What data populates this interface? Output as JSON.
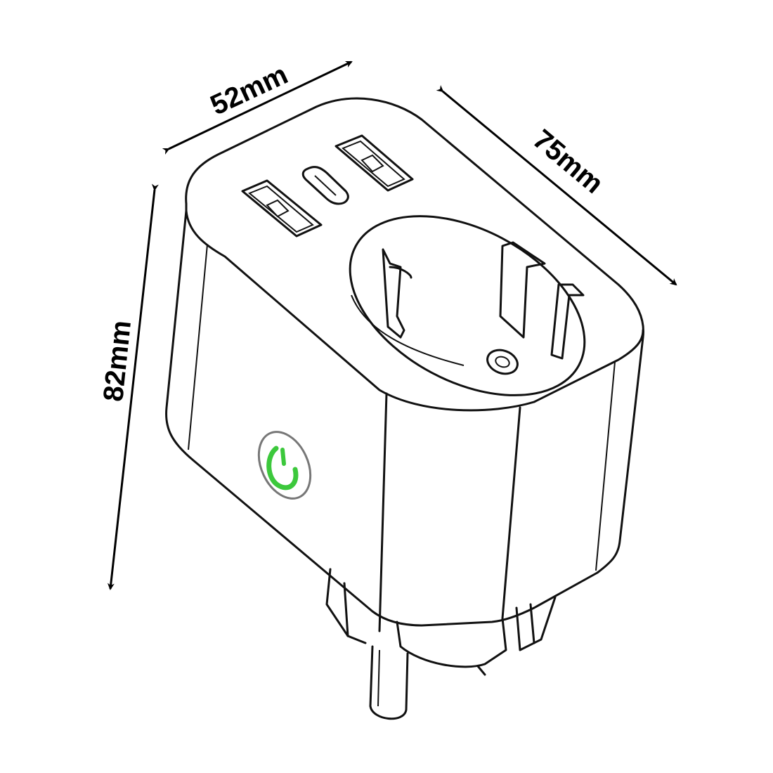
{
  "dimensions": {
    "width": "52mm",
    "depth": "75mm",
    "height": "82mm"
  },
  "colors": {
    "outline": "#111111",
    "power_led": "#3cc83c",
    "button_ring": "#777777"
  }
}
